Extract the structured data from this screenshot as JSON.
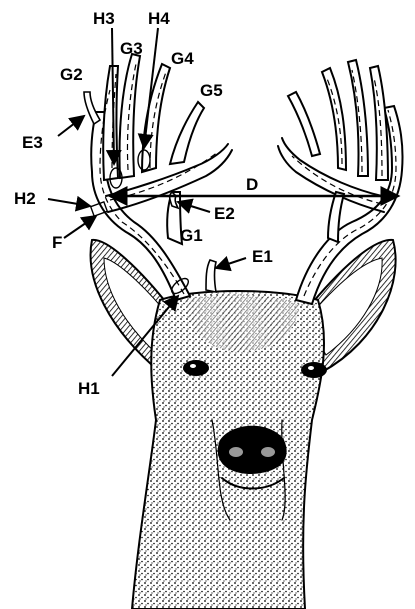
{
  "labels": {
    "H3": "H3",
    "H4": "H4",
    "G3": "G3",
    "G4": "G4",
    "G2": "G2",
    "G5": "G5",
    "E3": "E3",
    "D": "D",
    "H2": "H2",
    "E2": "E2",
    "F": "F",
    "G1": "G1",
    "E1": "E1",
    "H1": "H1"
  },
  "colors": {
    "ink": "#000000",
    "background": "#ffffff"
  }
}
